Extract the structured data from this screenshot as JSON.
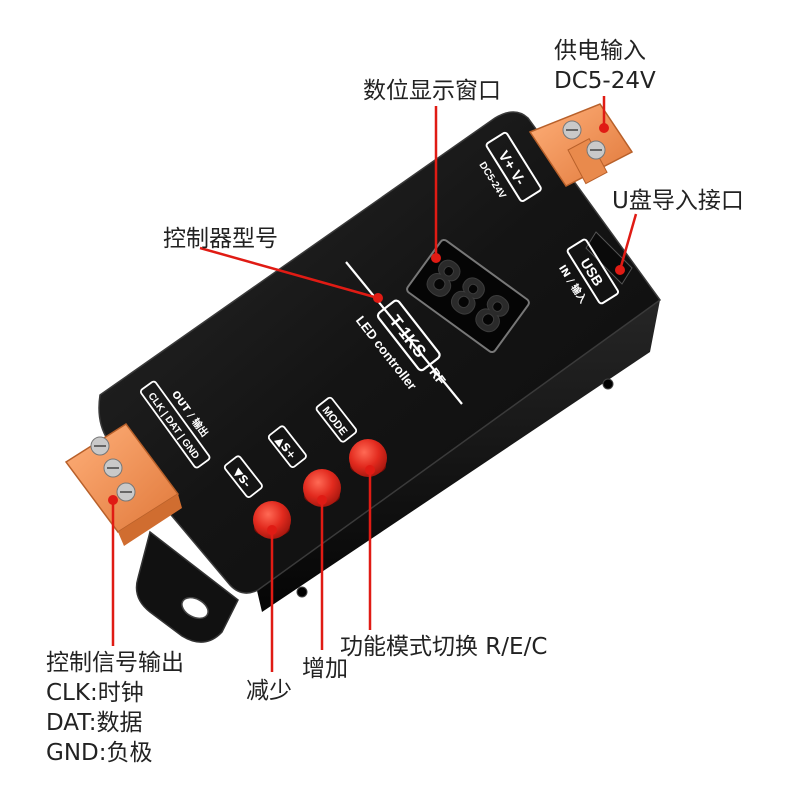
{
  "labels": {
    "power_input": "供电输入",
    "power_voltage": "DC5-24V",
    "digital_display": "数位显示窗口",
    "usb_port": "U盘导入接口",
    "controller_model": "控制器型号",
    "signal_output": "控制信号输出",
    "clk": "CLK:时钟",
    "dat": "DAT:数据",
    "gnd": "GND:负极",
    "decrease": "减少",
    "increase": "增加",
    "mode_switch": "功能模式切换 R/E/C"
  },
  "device": {
    "power_terminal_label": "V+ V-",
    "power_terminal_sub": "DC5-24V",
    "usb_label": "USB",
    "usb_sub": "IN / 输入",
    "model": "T-1KS",
    "rf": "RF",
    "product_name": "LED controller",
    "display_digits": "888",
    "output_top": "OUT / 输出",
    "output_pins": "CLK | DAT | GND",
    "btn_mode": "MODE",
    "btn_splus": "▲S+",
    "btn_sminus": "▼S-"
  },
  "colors": {
    "case": "#151515",
    "terminal": "#f2904f",
    "button": "#e22a1e",
    "callout": "#e01b14",
    "silkscreen": "#ffffff"
  }
}
